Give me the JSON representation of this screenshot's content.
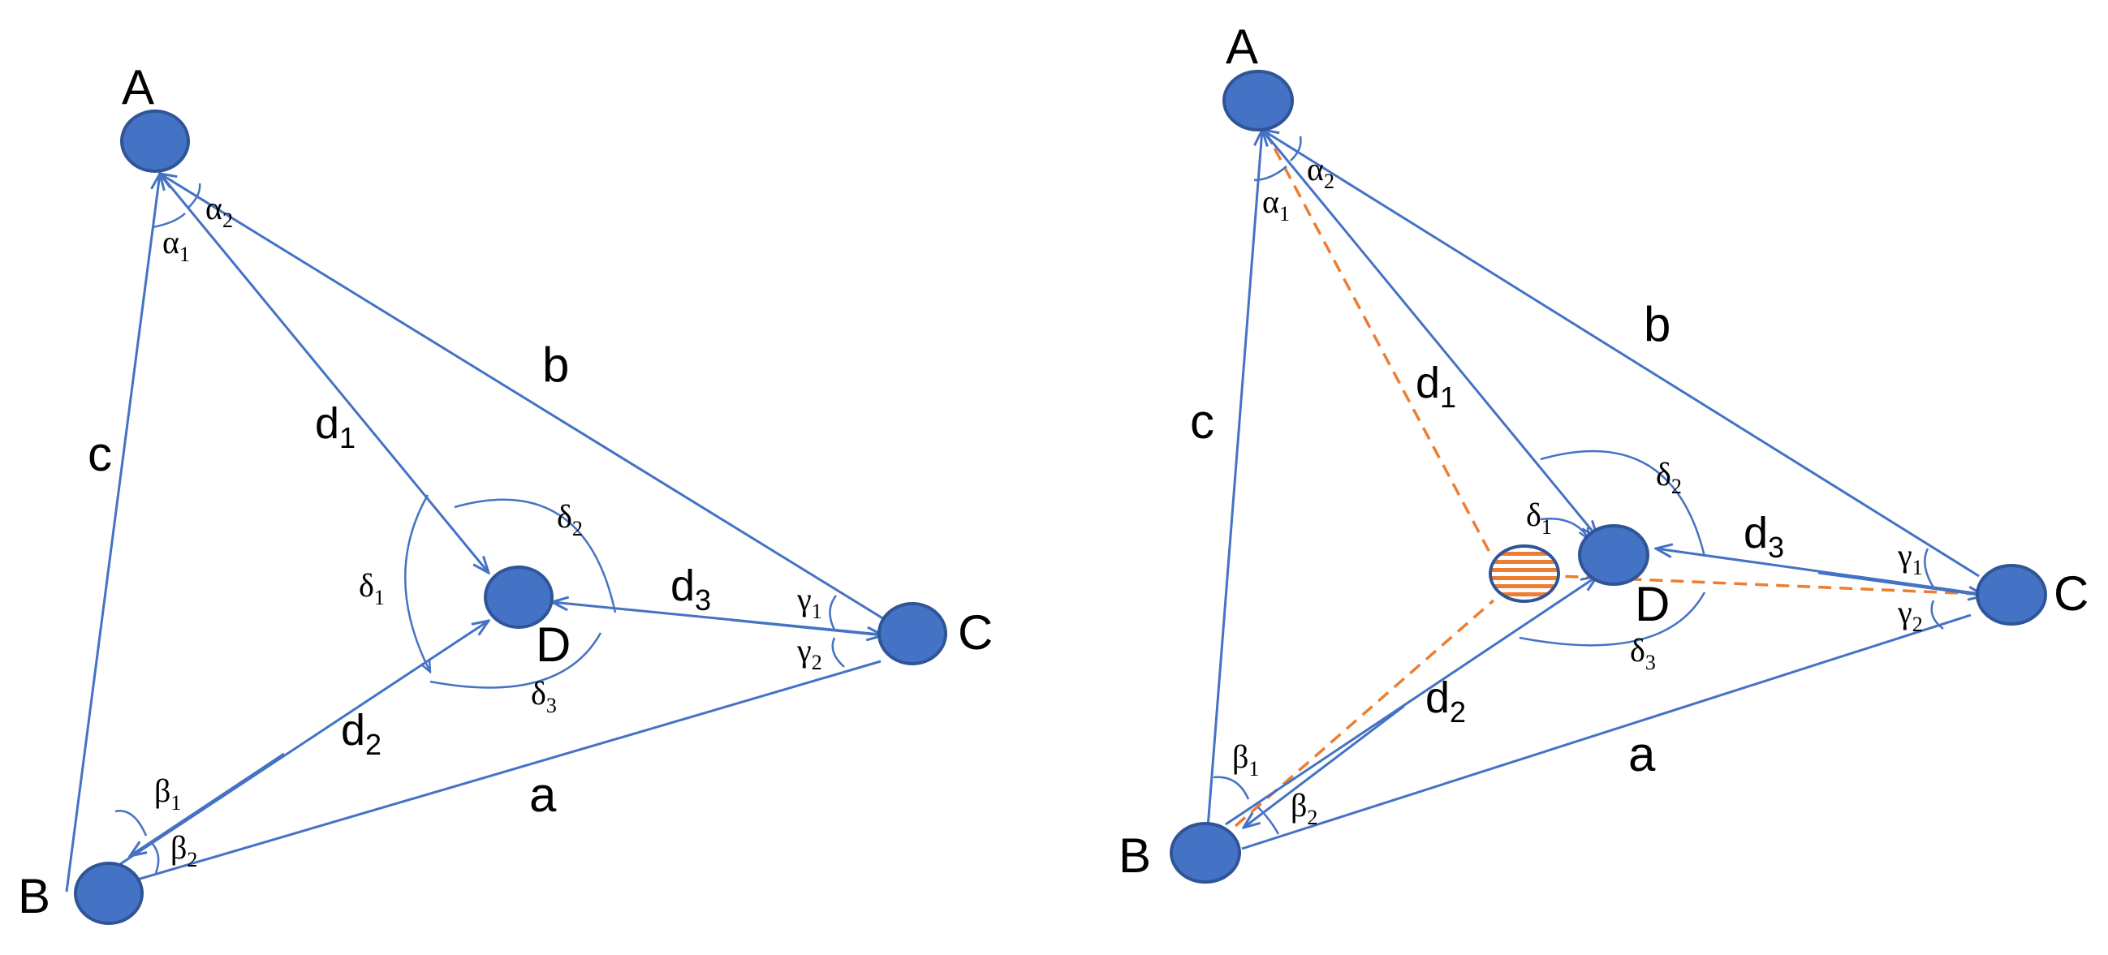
{
  "colors": {
    "edge": "#4472c4",
    "node_fill": "#4472c4",
    "node_stroke": "#2f5597",
    "estimate_dash": "#ed7d31",
    "estimate_fill": "#ed7d31"
  },
  "left_panel": {
    "nodes": {
      "A": "A",
      "B": "B",
      "C": "C",
      "D": "D"
    },
    "sides": {
      "a": "a",
      "b": "b",
      "c": "c"
    },
    "distances": {
      "d1": "d",
      "d1_sub": "1",
      "d2": "d",
      "d2_sub": "2",
      "d3": "d",
      "d3_sub": "3"
    },
    "angles": {
      "alpha1": "α",
      "alpha1_sub": "1",
      "alpha2": "α",
      "alpha2_sub": "2",
      "beta1": "β",
      "beta1_sub": "1",
      "beta2": "β",
      "beta2_sub": "2",
      "gamma1": "γ",
      "gamma1_sub": "1",
      "gamma2": "γ",
      "gamma2_sub": "2",
      "delta1": "δ",
      "delta1_sub": "1",
      "delta2": "δ",
      "delta2_sub": "2",
      "delta3": "δ",
      "delta3_sub": "3"
    }
  },
  "right_panel": {
    "nodes": {
      "A": "A",
      "B": "B",
      "C": "C",
      "D": "D"
    },
    "sides": {
      "a": "a",
      "b": "b",
      "c": "c"
    },
    "distances": {
      "d1": "d",
      "d1_sub": "1",
      "d2": "d",
      "d2_sub": "2",
      "d3": "d",
      "d3_sub": "3"
    },
    "angles": {
      "alpha1": "α",
      "alpha1_sub": "1",
      "alpha2": "α",
      "alpha2_sub": "2",
      "beta1": "β",
      "beta1_sub": "1",
      "beta2": "β",
      "beta2_sub": "2",
      "gamma1": "γ",
      "gamma1_sub": "1",
      "gamma2": "γ",
      "gamma2_sub": "2",
      "delta1": "δ",
      "delta1_sub": "1",
      "delta2": "δ",
      "delta2_sub": "2",
      "delta3": "δ",
      "delta3_sub": "3"
    }
  }
}
